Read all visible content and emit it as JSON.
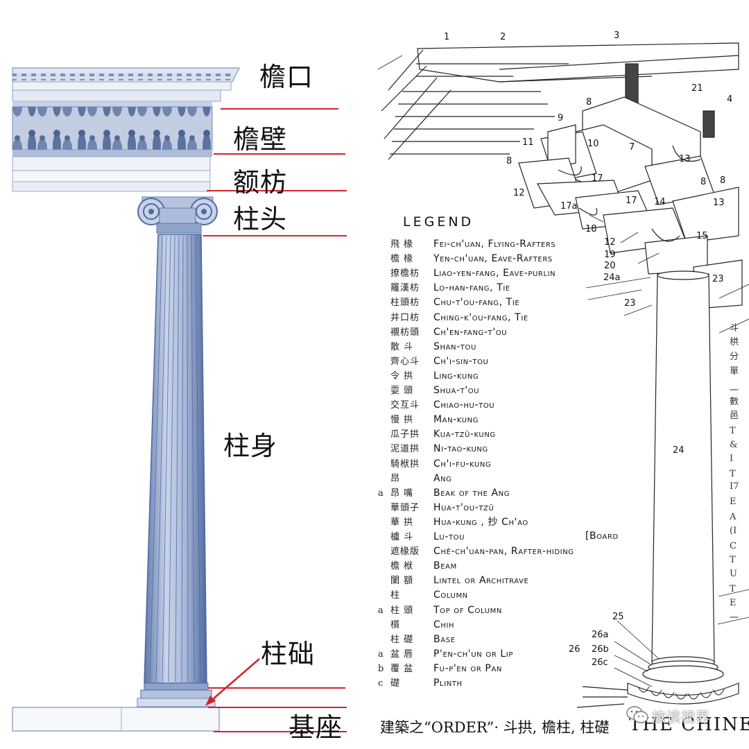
{
  "left_panel": {
    "labels": {
      "eaves": "檐口",
      "frieze": "檐壁",
      "architrave": "额枋",
      "capital": "柱头",
      "shaft": "柱身",
      "column_base": "柱础",
      "pedestal": "基座"
    },
    "accent_color": "#d3232b",
    "column_tint": "#6d86b5"
  },
  "right_panel": {
    "legend_title": "LEGEND",
    "legend_items": [
      {
        "prefix": "",
        "cn": "飛 椽",
        "en": "Fei-ch'uan, Flying-Rafters"
      },
      {
        "prefix": "",
        "cn": "檐 椽",
        "en": "Yen-ch'uan, Eave-Rafters"
      },
      {
        "prefix": "",
        "cn": "撩檐枋",
        "en": "Liao-yen-fang, Eave-purlin"
      },
      {
        "prefix": "",
        "cn": "羅漢枋",
        "en": "Lo-han-fang, Tie"
      },
      {
        "prefix": "",
        "cn": "柱頭枋",
        "en": "Chu-t'ou-fang, Tie"
      },
      {
        "prefix": "",
        "cn": "井口枋",
        "en": "Ching-k'ou-fang, Tie"
      },
      {
        "prefix": "",
        "cn": "襯枋頭",
        "en": "Ch'en-fang-t'ou"
      },
      {
        "prefix": "",
        "cn": "散 斗",
        "en": "Shan-tou"
      },
      {
        "prefix": "",
        "cn": "齊心斗",
        "en": "Ch'i-sin-tou"
      },
      {
        "prefix": "",
        "cn": "令 拱",
        "en": "Ling-kung"
      },
      {
        "prefix": "",
        "cn": "耍 頭",
        "en": "Shua-t'ou"
      },
      {
        "prefix": "",
        "cn": "交互斗",
        "en": "Chiao-hu-tou"
      },
      {
        "prefix": "",
        "cn": "慢 拱",
        "en": "Man-kung"
      },
      {
        "prefix": "",
        "cn": "瓜子拱",
        "en": "Kua-tzŭ-kung"
      },
      {
        "prefix": "",
        "cn": "泥道拱",
        "en": "Ni-tao-kung"
      },
      {
        "prefix": "",
        "cn": "騎栿拱",
        "en": "Ch'i-fu-kung"
      },
      {
        "prefix": "",
        "cn": "昂",
        "en": "Ang"
      },
      {
        "prefix": "a",
        "cn": "昂 嘴",
        "en": "Beak of the Ang"
      },
      {
        "prefix": "",
        "cn": "華頭子",
        "en": "Hua-t'ou-tzŭ"
      },
      {
        "prefix": "",
        "cn": "華 拱",
        "en": "Hua-kung , 抄 Ch'ao"
      },
      {
        "prefix": "",
        "cn": "櫨 斗",
        "en": "Lu-tou"
      },
      {
        "prefix": "",
        "cn": "遮椽版",
        "en": "Chê-ch'uan-pan, Rafter-hiding"
      },
      {
        "prefix": "",
        "cn": "檐 栿",
        "en": "Beam"
      },
      {
        "prefix": "",
        "cn": "闌 額",
        "en": "Lintel or Architrave"
      },
      {
        "prefix": "",
        "cn": "柱",
        "en": "Column"
      },
      {
        "prefix": "a",
        "cn": "柱 頭",
        "en": "Top of Column"
      },
      {
        "prefix": "",
        "cn": "櫍",
        "en": "Chih"
      },
      {
        "prefix": "",
        "cn": "柱 礎",
        "en": "Base"
      },
      {
        "prefix": "a",
        "cn": "盆 唇",
        "en": "P'en-ch'un or Lip"
      },
      {
        "prefix": "b",
        "cn": "覆 盆",
        "en": "Fu-p'en or Pan"
      },
      {
        "prefix": "c",
        "cn": "礎",
        "en": "Plinth"
      }
    ],
    "board_note": "[Board",
    "bottom_caption": "建築之“ORDER”· 斗拱, 檐柱, 柱礎",
    "title_fragment": "THE CHINE",
    "callout_numbers": [
      "1",
      "2",
      "3",
      "4",
      "7",
      "8",
      "8",
      "9",
      "10",
      "11",
      "12",
      "12",
      "13",
      "13",
      "14",
      "15",
      "17",
      "17",
      "17a",
      "18",
      "19",
      "20",
      "21",
      "23",
      "23",
      "24",
      "24a",
      "25",
      "26",
      "26a",
      "26b",
      "26c",
      "8",
      "8"
    ],
    "edge_glyphs": [
      "斗",
      "栱",
      "分",
      "單",
      "一",
      "數",
      "邑",
      "T",
      "&",
      "I",
      "T",
      "I7",
      "E",
      "A",
      "(I",
      "C",
      "T",
      "U",
      "T",
      "E",
      "一"
    ],
    "watermark": "旅读视界"
  }
}
